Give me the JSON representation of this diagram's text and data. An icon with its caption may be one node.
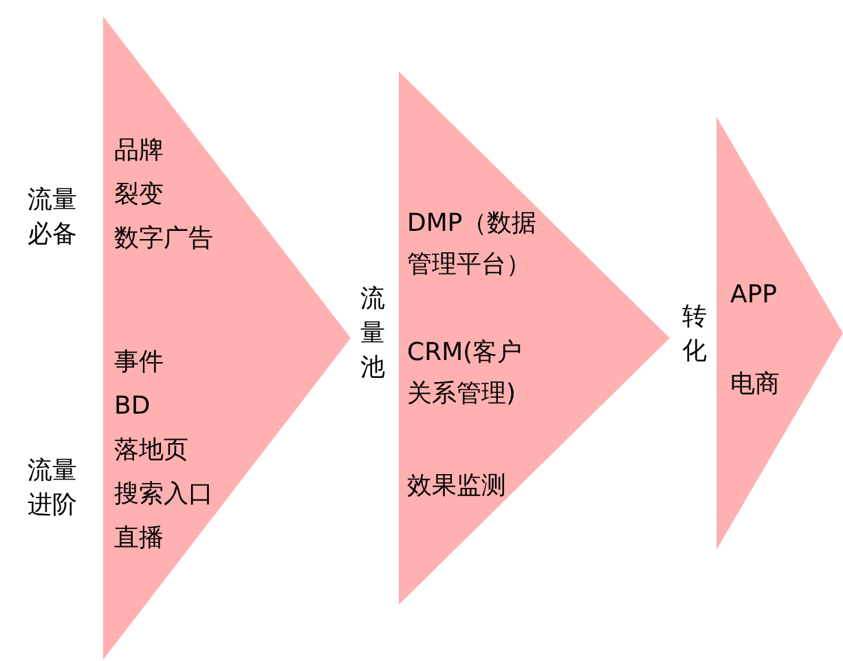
{
  "diagram": {
    "nodes": [
      {
        "text": [
          "品牌",
          "裂变",
          "数字广告",
          "事件",
          "BD",
          "落地页",
          "搜索入口",
          "直播"
        ]
      },
      {
        "text": [
          "DMP（数据管理平台）",
          "CRM(客户关系管理)",
          "效果监测"
        ]
      },
      {
        "text": [
          "APP",
          "电商"
        ]
      }
    ],
    "labels": [
      "流量必备",
      "流量进阶",
      "流量池",
      "转化"
    ]
  }
}
